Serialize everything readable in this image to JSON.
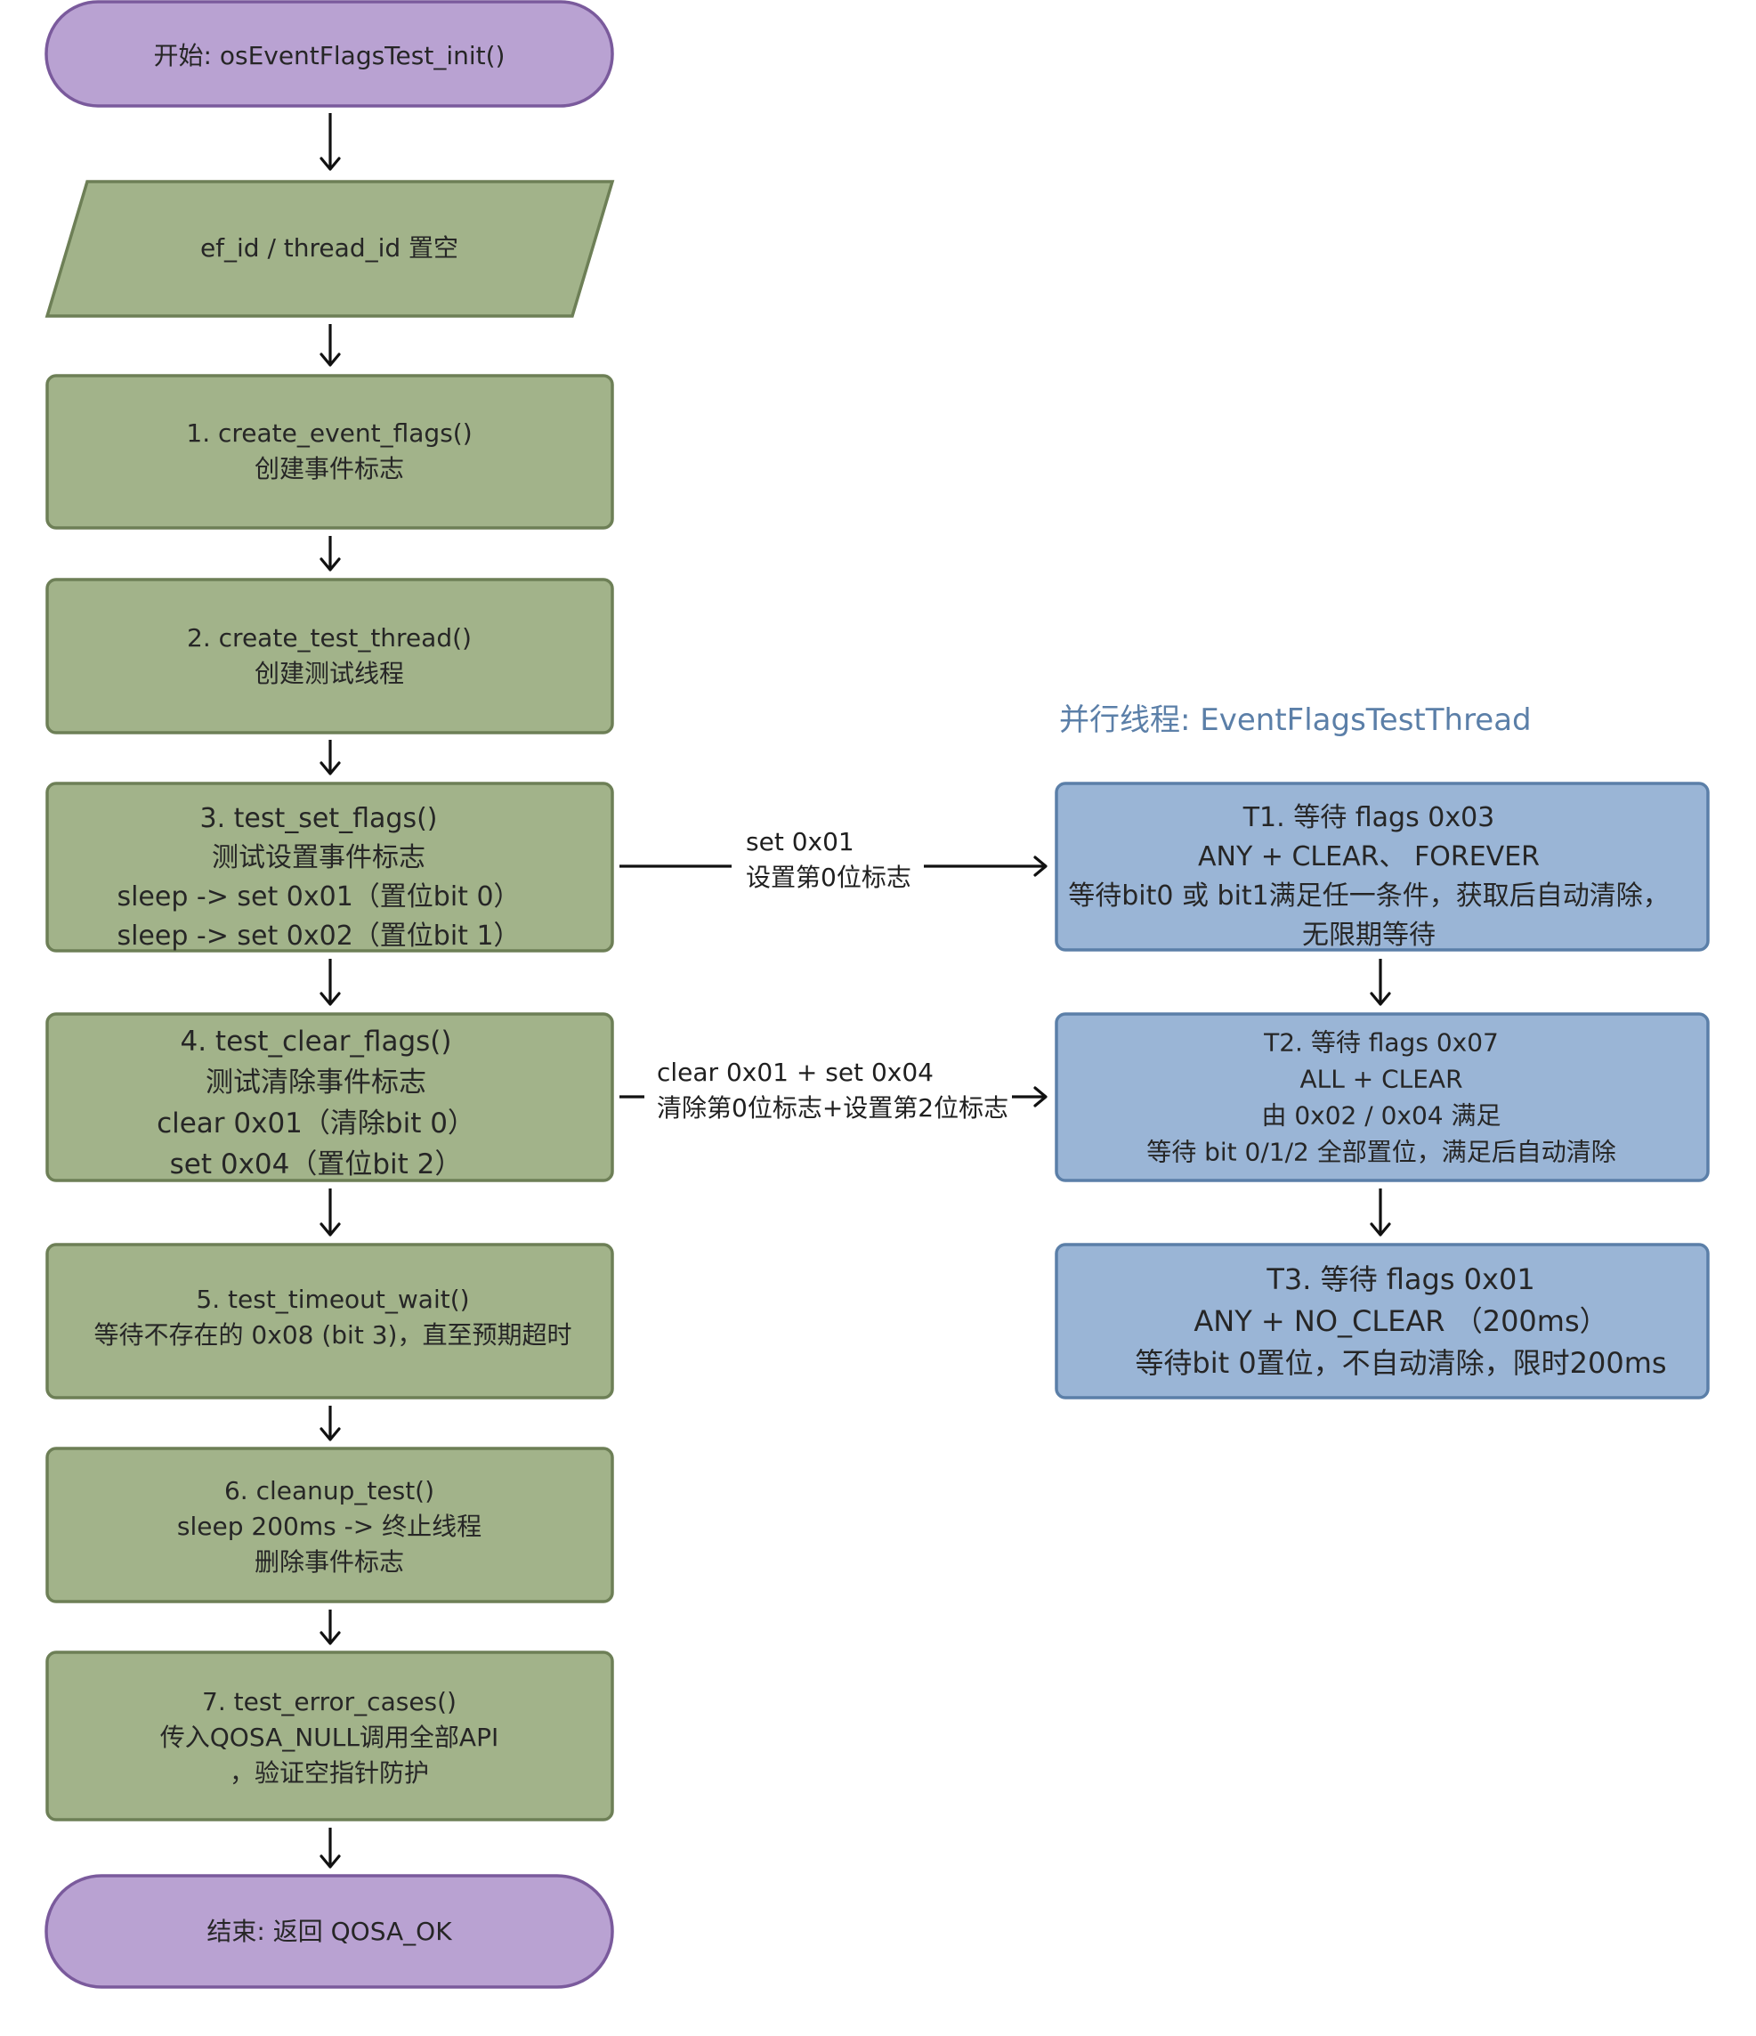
{
  "colors": {
    "terminal_fill": "#b9a2d2",
    "terminal_stroke": "#7a5a9c",
    "main_fill": "#a2b38a",
    "main_stroke": "#6d7f56",
    "thread_fill": "#9ab5d6",
    "thread_stroke": "#5b7fa8",
    "arrow": "#111111",
    "thread_title": "#5b7fa8"
  },
  "main_flow": {
    "start": {
      "lines": [
        "开始: osEventFlagsTest_init()"
      ]
    },
    "init": {
      "lines": [
        "ef_id / thread_id 置空"
      ]
    },
    "step1": {
      "lines": [
        "1. create_event_flags()",
        "创建事件标志"
      ]
    },
    "step2": {
      "lines": [
        "2. create_test_thread()",
        "创建测试线程"
      ]
    },
    "step3": {
      "lines": [
        "3. test_set_flags()",
        "测试设置事件标志",
        "sleep -> set 0x01（置位bit 0）",
        "sleep -> set 0x02（置位bit 1）"
      ]
    },
    "step4": {
      "lines": [
        "4. test_clear_flags()",
        "测试清除事件标志",
        "clear 0x01（清除bit 0）",
        "set 0x04（置位bit 2）"
      ]
    },
    "step5": {
      "lines": [
        "5. test_timeout_wait()",
        "等待不存在的 0x08 (bit 3)，直至预期超时"
      ]
    },
    "step6": {
      "lines": [
        "6. cleanup_test()",
        "sleep 200ms -> 终止线程",
        "删除事件标志"
      ]
    },
    "step7": {
      "lines": [
        "7. test_error_cases()",
        "传入QOSA_NULL调用全部API",
        "，验证空指针防护"
      ]
    },
    "end": {
      "lines": [
        "结束: 返回 QOSA_OK"
      ]
    }
  },
  "parallel_thread": {
    "title": "并行线程: EventFlagsTestThread",
    "t1": {
      "lines": [
        "T1. 等待 flags 0x03",
        "ANY + CLEAR、 FOREVER",
        "等待bit0 或 bit1满足任一条件，获取后自动清除，",
        "无限期等待"
      ]
    },
    "t2": {
      "lines": [
        "T2. 等待 flags 0x07",
        "ALL + CLEAR",
        "由 0x02 / 0x04 满足",
        "等待 bit 0/1/2 全部置位，满足后自动清除"
      ]
    },
    "t3": {
      "lines": [
        "T3. 等待 flags 0x01",
        "ANY + NO_CLEAR （200ms）",
        "等待bit 0置位，不自动清除，限时200ms"
      ]
    }
  },
  "signals": {
    "set_signal": {
      "lines": [
        "set 0x01",
        "设置第0位标志"
      ]
    },
    "clear_signal": {
      "lines": [
        "clear 0x01 + set 0x04",
        "清除第0位标志+设置第2位标志"
      ]
    }
  }
}
